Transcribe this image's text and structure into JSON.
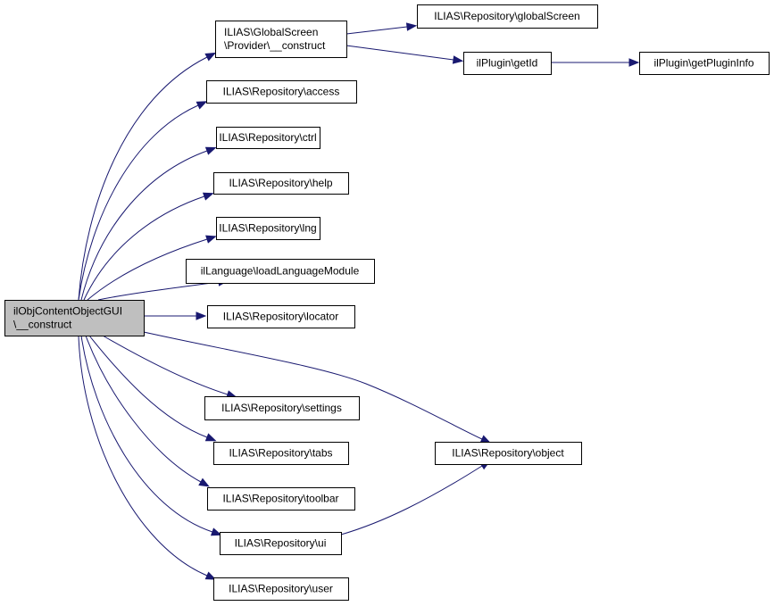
{
  "title": "Call graph of ilObjContentObjectGUI::__construct",
  "colors": {
    "edge": "#191970",
    "root_fill": "#bfbfbf",
    "node_fill": "#ffffff",
    "node_border": "#000000"
  },
  "nodes": [
    {
      "id": "root",
      "lines": [
        "ilObjContentObjectGUI",
        "\\__construct"
      ],
      "root": true
    },
    {
      "id": "gs_provider",
      "lines": [
        "ILIAS\\GlobalScreen",
        "\\Provider\\__construct"
      ]
    },
    {
      "id": "globalScreen",
      "lines": [
        "ILIAS\\Repository\\globalScreen"
      ]
    },
    {
      "id": "getId",
      "lines": [
        "ilPlugin\\getId"
      ]
    },
    {
      "id": "getPluginInfo",
      "lines": [
        "ilPlugin\\getPluginInfo"
      ]
    },
    {
      "id": "access",
      "lines": [
        "ILIAS\\Repository\\access"
      ]
    },
    {
      "id": "ctrl",
      "lines": [
        "ILIAS\\Repository\\ctrl"
      ]
    },
    {
      "id": "help",
      "lines": [
        "ILIAS\\Repository\\help"
      ]
    },
    {
      "id": "lng",
      "lines": [
        "ILIAS\\Repository\\lng"
      ]
    },
    {
      "id": "loadLanguageModule",
      "lines": [
        "ilLanguage\\loadLanguageModule"
      ]
    },
    {
      "id": "locator",
      "lines": [
        "ILIAS\\Repository\\locator"
      ]
    },
    {
      "id": "settings",
      "lines": [
        "ILIAS\\Repository\\settings"
      ]
    },
    {
      "id": "tabs",
      "lines": [
        "ILIAS\\Repository\\tabs"
      ]
    },
    {
      "id": "toolbar",
      "lines": [
        "ILIAS\\Repository\\toolbar"
      ]
    },
    {
      "id": "ui",
      "lines": [
        "ILIAS\\Repository\\ui"
      ]
    },
    {
      "id": "user",
      "lines": [
        "ILIAS\\Repository\\user"
      ]
    },
    {
      "id": "object",
      "lines": [
        "ILIAS\\Repository\\object"
      ]
    }
  ],
  "edges": [
    {
      "from": "root",
      "to": "gs_provider"
    },
    {
      "from": "root",
      "to": "access"
    },
    {
      "from": "root",
      "to": "ctrl"
    },
    {
      "from": "root",
      "to": "help"
    },
    {
      "from": "root",
      "to": "lng"
    },
    {
      "from": "root",
      "to": "loadLanguageModule"
    },
    {
      "from": "root",
      "to": "locator"
    },
    {
      "from": "root",
      "to": "object"
    },
    {
      "from": "root",
      "to": "settings"
    },
    {
      "from": "root",
      "to": "tabs"
    },
    {
      "from": "root",
      "to": "toolbar"
    },
    {
      "from": "root",
      "to": "ui"
    },
    {
      "from": "root",
      "to": "user"
    },
    {
      "from": "gs_provider",
      "to": "globalScreen"
    },
    {
      "from": "gs_provider",
      "to": "getId"
    },
    {
      "from": "getId",
      "to": "getPluginInfo"
    },
    {
      "from": "ui",
      "to": "object"
    }
  ]
}
